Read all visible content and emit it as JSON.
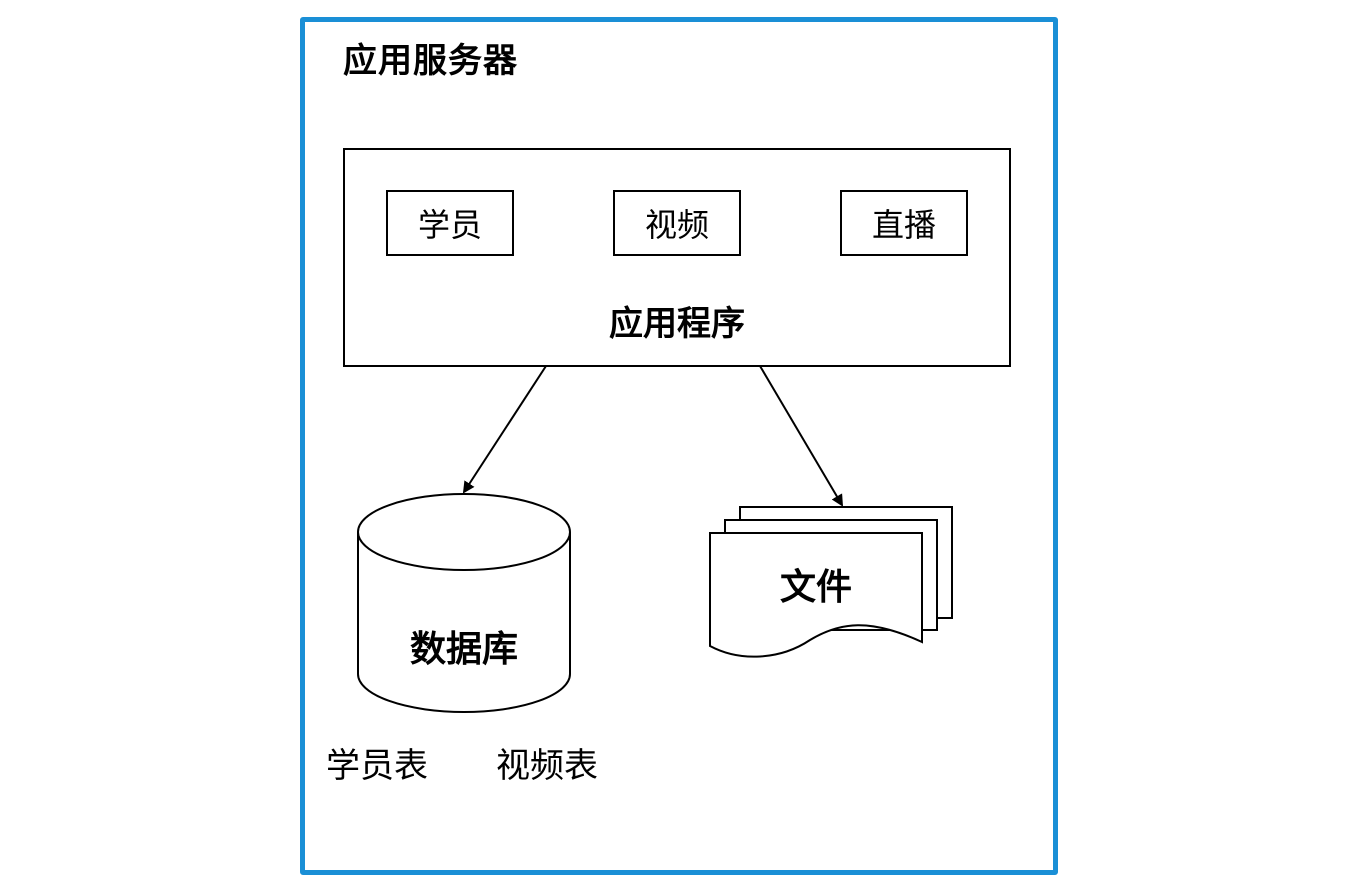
{
  "server": {
    "title": "应用服务器",
    "frame_color": "#1a8fd6"
  },
  "application": {
    "label": "应用程序",
    "modules": [
      {
        "label": "学员"
      },
      {
        "label": "视频"
      },
      {
        "label": "直播"
      }
    ]
  },
  "database": {
    "label": "数据库",
    "tables": [
      {
        "label": "学员表"
      },
      {
        "label": "视频表"
      }
    ]
  },
  "files": {
    "label": "文件"
  },
  "connections": [
    {
      "from": "application",
      "to": "database"
    },
    {
      "from": "application",
      "to": "files"
    }
  ]
}
